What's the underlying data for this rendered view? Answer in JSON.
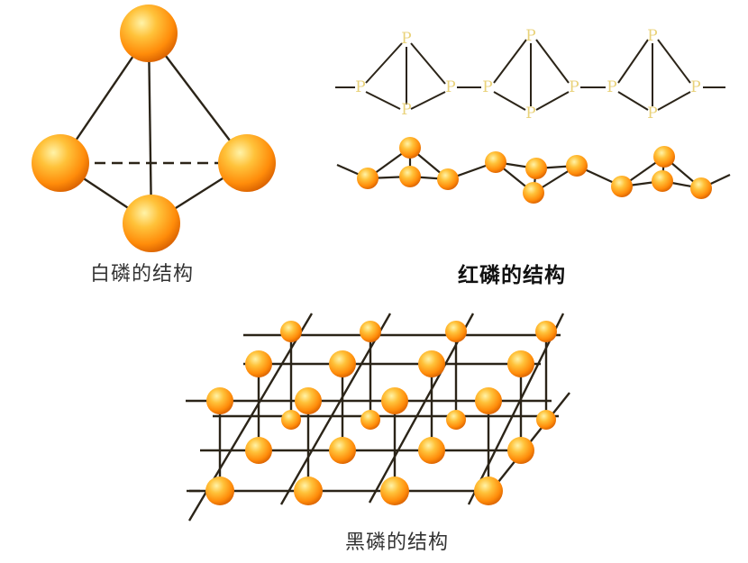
{
  "captions": {
    "white_phosphorus": "白磷的结构",
    "red_phosphorus": "红磷的结构",
    "black_phosphorus": "黑磷的结构"
  },
  "atom_symbol": "P",
  "colors": {
    "background": "#ffffff",
    "atom_light": "#fff1a0",
    "atom_mid": "#ffb21a",
    "atom_dark": "#e76d00",
    "bond": "#2b2418",
    "p_label": "#e9d27a"
  }
}
